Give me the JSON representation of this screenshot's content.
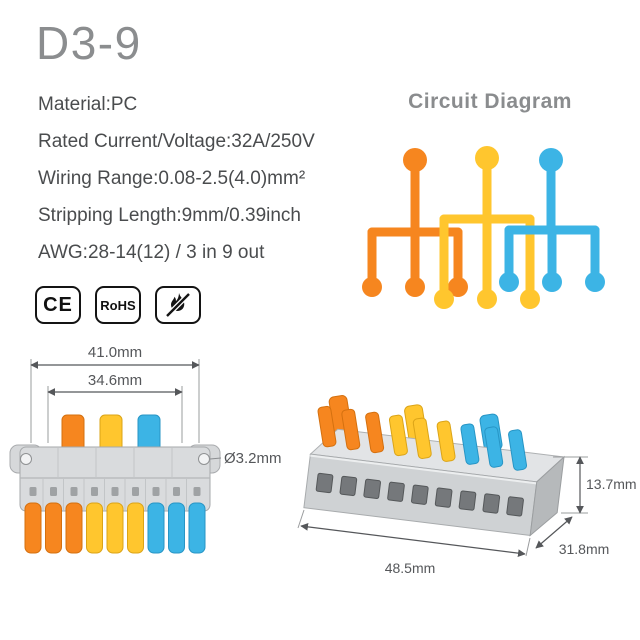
{
  "title": "D3-9",
  "specs": {
    "material": "Material:PC",
    "rated_current_voltage": "Rated Current/Voltage:32A/250V",
    "wiring_range": "Wiring Range:0.08-2.5(4.0)mm²",
    "stripping_length": "Stripping Length:9mm/0.39inch",
    "awg": "AWG:28-14(12) / 3 in 9 out"
  },
  "certifications": {
    "ce": "CE",
    "rohs": "RoHS",
    "flame_icon": "flame-retardant-icon"
  },
  "circuit_diagram": {
    "title": "Circuit Diagram",
    "inputs": 3,
    "outputs": 9,
    "branch_colors": [
      "#F6861F",
      "#FFC62E",
      "#3CB4E5"
    ]
  },
  "dimensions": {
    "front_view": {
      "outer_width": "41.0mm",
      "inner_width": "34.6mm",
      "hole_diameter": "Ø3.2mm"
    },
    "perspective_view": {
      "height": "13.7mm",
      "length": "48.5mm",
      "depth": "31.8mm"
    }
  },
  "colors": {
    "orange": "#F6861F",
    "yellow": "#FFC62E",
    "blue": "#3CB4E5",
    "body_gray": "#D7D9DB",
    "text_gray": "#4A4C4E",
    "title_gray": "#8B8D8F"
  }
}
